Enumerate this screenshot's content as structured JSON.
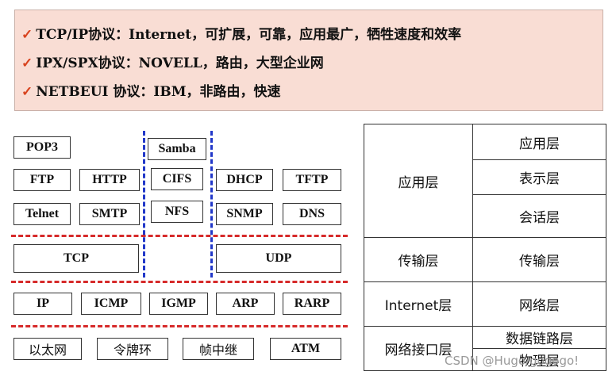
{
  "bullets": [
    {
      "check": "✓",
      "text": "TCP/IP协议：Internet，可扩展，可靠，应用最广，牺牲速度和效率"
    },
    {
      "check": "✓",
      "text": "IPX/SPX协议：NOVELL，路由，大型企业网"
    },
    {
      "check": "✓",
      "text": "NETBEUI 协议：IBM，非路由，快速"
    }
  ],
  "protocols": {
    "application": [
      "POP3",
      "FTP",
      "HTTP",
      "Telnet",
      "SMTP",
      "Samba",
      "CIFS",
      "NFS",
      "DHCP",
      "TFTP",
      "SNMP",
      "DNS"
    ],
    "transport": [
      "TCP",
      "UDP"
    ],
    "internet": [
      "IP",
      "ICMP",
      "IGMP",
      "ARP",
      "RARP"
    ],
    "link": [
      "以太网",
      "令牌环",
      "帧中继",
      "ATM"
    ]
  },
  "tcpip_layers": [
    "应用层",
    "传输层",
    "Internet层",
    "网络接口层"
  ],
  "osi_layers": [
    "应用层",
    "表示层",
    "会话层",
    "传输层",
    "网络层",
    "数据链路层",
    "物理层"
  ],
  "colors": {
    "panel_bg": "#f9ddd4",
    "check": "#d8431e",
    "divider_red": "#d62a2a",
    "divider_blue": "#2238c9"
  },
  "watermark": "CSDN @Hugo/gogogo!"
}
